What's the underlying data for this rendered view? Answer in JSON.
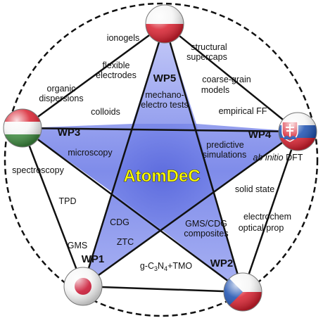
{
  "center_label": "AtomDeC",
  "work_packages": {
    "wp1": "WP1",
    "wp2": "WP2",
    "wp3": "WP3",
    "wp4": "WP4",
    "wp5": "WP5"
  },
  "outer_labels": {
    "ionogels": "ionogels",
    "flexible_electrodes_1": "flexible",
    "flexible_electrodes_2": "electrodes",
    "organic_dispersions_1": "organic",
    "organic_dispersions_2": "dispersions",
    "colloids": "colloids",
    "structural_supercaps_1": "structural",
    "structural_supercaps_2": "supercaps",
    "coarse_grain_1": "coarse-grain",
    "coarse_grain_2": "models",
    "empirical_ff": "empirical FF",
    "spectroscopy": "spectroscopy",
    "tpd": "TPD",
    "gms": "GMS",
    "ab_initio_italic": "ab initio",
    "ab_initio_dft": "DFT",
    "solid_state": "solid state",
    "electrochem": "electrochem",
    "optical_prop": "optical prop"
  },
  "inner_labels": {
    "mechano_1": "mechano-",
    "mechano_2": "electro tests",
    "microscopy": "microscopy",
    "predictive_1": "predictive",
    "predictive_2": "simulations",
    "cdg": "CDG",
    "ztc": "ZTC",
    "gms_cdg_1": "GMS/CDG",
    "gms_cdg_2": "composites",
    "g_prefix": "g-C",
    "g_sub_3": "3",
    "g_mid": "N",
    "g_sub_4": "4",
    "g_suffix": "+TMO"
  },
  "flags": {
    "top": "poland-flag",
    "left": "hungary-flag",
    "right": "slovakia-flag",
    "bottom_left": "japan-flag",
    "bottom_right": "czech-flag"
  },
  "colors": {
    "center_text": "#ffff00",
    "pentagram_fill_edge": "#9aa6f5",
    "pentagram_fill_mid": "#6d7de6",
    "line": "#111111"
  }
}
